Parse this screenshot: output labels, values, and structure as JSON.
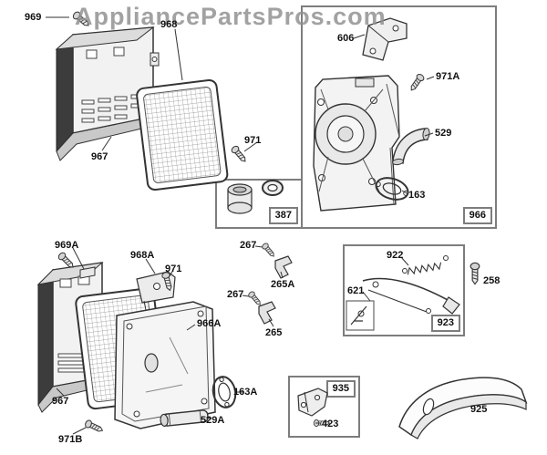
{
  "watermark": "AppliancePartsPros.com",
  "boxes": {
    "b387": "387",
    "b966": "966",
    "b923": "923",
    "b935": "935"
  },
  "labels": {
    "n969": "969",
    "n968": "968",
    "n967_top": "967",
    "n971_top": "971",
    "n606": "606",
    "n971A": "971A",
    "n529": "529",
    "n163": "163",
    "n969A": "969A",
    "n968A": "968A",
    "n971_mid": "971",
    "n966A": "966A",
    "n267_a": "267",
    "n265A": "265A",
    "n267_b": "267",
    "n265": "265",
    "n922": "922",
    "n621": "621",
    "n258": "258",
    "n967_bot": "967",
    "n971B": "971B",
    "n163A": "163A",
    "n529A": "529A",
    "n423": "423",
    "n925": "925"
  }
}
